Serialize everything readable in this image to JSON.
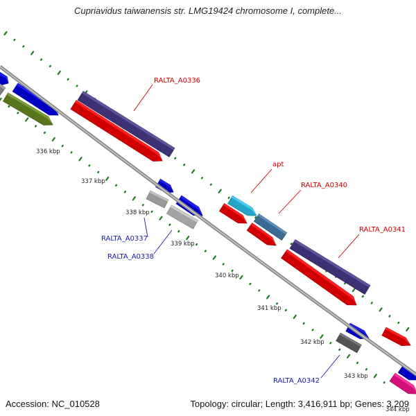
{
  "title": "Cupriavidus taiwanensis str. LMG19424 chromosome I, complete...",
  "footer": {
    "accession": "Accession: NC_010528",
    "topology": "Topology: circular; Length: 3,416,911 bp; Genes: 3,209"
  },
  "colors": {
    "forward_labels": "#cc0000",
    "reverse_labels": "#1a1aaa",
    "backbone": "#8a8a8a",
    "ticks": "#1f7a1f"
  },
  "scale_labels": [
    "336 kbp",
    "337 kbp",
    "338 kbp",
    "339 kbp",
    "340 kbp",
    "341 kbp",
    "342 kbp",
    "343 kbp",
    "344 kbp"
  ],
  "genes": [
    {
      "id": "g-olive",
      "label": "",
      "strand": "reverse",
      "color": "#6b8e23"
    },
    {
      "id": "g-blue-left",
      "label": "",
      "strand": "reverse",
      "color": "#0000ee"
    },
    {
      "id": "g-blue-edge",
      "label": "",
      "strand": "reverse",
      "color": "#0000ee"
    },
    {
      "id": "g-gray-edge",
      "label": "",
      "strand": "reverse",
      "color": "#999999"
    },
    {
      "id": "g-A0336-cds",
      "label": "RALTA_A0336",
      "strand": "forward",
      "color": "#ff0000"
    },
    {
      "id": "g-A0336-prot",
      "label": "",
      "strand": "forward",
      "color": "#4b3c8c"
    },
    {
      "id": "g-A0337-blue",
      "label": "",
      "strand": "reverse",
      "color": "#0000ee"
    },
    {
      "id": "g-A0337-gray",
      "label": "RALTA_A0337",
      "strand": "reverse",
      "color": "#bbbbbb"
    },
    {
      "id": "g-A0338-blue",
      "label": "",
      "strand": "reverse",
      "color": "#0000ee"
    },
    {
      "id": "g-A0338-gray",
      "label": "RALTA_A0338",
      "strand": "reverse",
      "color": "#c8c8c8"
    },
    {
      "id": "g-apt-cyan",
      "label": "apt",
      "strand": "forward",
      "color": "#2ec8f0"
    },
    {
      "id": "g-apt-red",
      "label": "",
      "strand": "forward",
      "color": "#ff0000"
    },
    {
      "id": "g-A0340-steel",
      "label": "RALTA_A0340",
      "strand": "forward",
      "color": "#4682b4"
    },
    {
      "id": "g-A0340-red",
      "label": "",
      "strand": "forward",
      "color": "#ff0000"
    },
    {
      "id": "g-A0341-prot",
      "label": "RALTA_A0341",
      "strand": "forward",
      "color": "#4b3c8c"
    },
    {
      "id": "g-A0341-red",
      "label": "",
      "strand": "forward",
      "color": "#ff0000"
    },
    {
      "id": "g-A0342-blue",
      "label": "",
      "strand": "reverse",
      "color": "#0000ee"
    },
    {
      "id": "g-A0342-gray",
      "label": "RALTA_A0342",
      "strand": "reverse",
      "color": "#666666"
    },
    {
      "id": "g-red-right",
      "label": "",
      "strand": "forward",
      "color": "#ff0000"
    },
    {
      "id": "g-blue-bottom",
      "label": "",
      "strand": "reverse",
      "color": "#0000ee"
    },
    {
      "id": "g-magenta",
      "label": "",
      "strand": "reverse",
      "color": "#ff1493"
    }
  ]
}
